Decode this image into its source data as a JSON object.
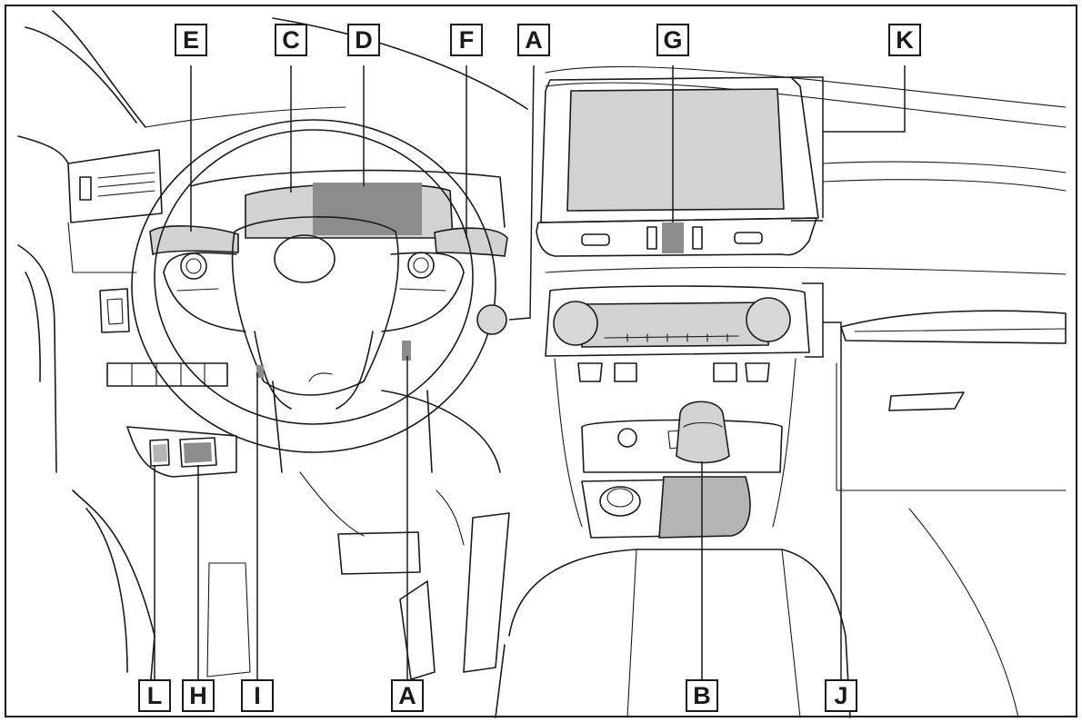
{
  "callouts": {
    "e": "E",
    "c": "C",
    "d": "D",
    "f": "F",
    "a_top": "A",
    "g": "G",
    "k": "K",
    "l": "L",
    "h": "H",
    "i": "I",
    "a_bottom": "A",
    "b": "B",
    "j": "J"
  }
}
